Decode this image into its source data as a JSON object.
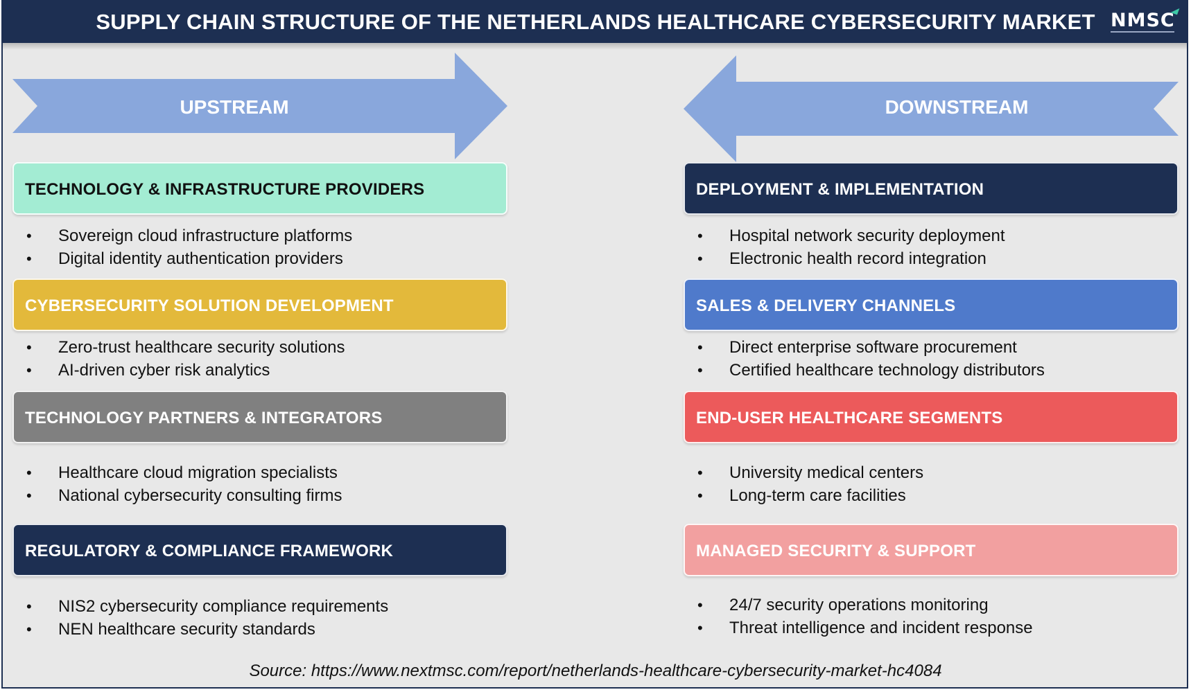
{
  "header": {
    "title": "SUPPLY CHAIN STRUCTURE OF THE NETHERLANDS HEALTHCARE CYBERSECURITY MARKET",
    "logo_text": "NMSC"
  },
  "colors": {
    "header_bg": "#1d2f52",
    "arrow": "#89a7dc",
    "mint": "#a3ecd3",
    "gold": "#e3b93b",
    "gray": "#808080",
    "navy": "#1d2f52",
    "blue": "#4f7acb",
    "red": "#ec5a5b",
    "pink": "#f2a0a0"
  },
  "upstream": {
    "label": "UPSTREAM",
    "sections": [
      {
        "title": "TECHNOLOGY & INFRASTRUCTURE PROVIDERS",
        "items": [
          "Sovereign cloud infrastructure platforms",
          "Digital identity authentication providers"
        ]
      },
      {
        "title": "CYBERSECURITY SOLUTION DEVELOPMENT",
        "items": [
          "Zero-trust healthcare security solutions",
          "AI-driven cyber risk analytics"
        ]
      },
      {
        "title": "TECHNOLOGY PARTNERS & INTEGRATORS",
        "items": [
          "Healthcare cloud migration specialists",
          "National cybersecurity consulting firms"
        ]
      },
      {
        "title": "REGULATORY & COMPLIANCE FRAMEWORK",
        "items": [
          "NIS2 cybersecurity compliance requirements",
          "NEN healthcare security standards"
        ]
      }
    ]
  },
  "downstream": {
    "label": "DOWNSTREAM",
    "sections": [
      {
        "title": "DEPLOYMENT & IMPLEMENTATION",
        "items": [
          "Hospital network security deployment",
          "Electronic health record integration"
        ]
      },
      {
        "title": "SALES & DELIVERY CHANNELS",
        "items": [
          "Direct enterprise software procurement",
          "Certified healthcare technology distributors"
        ]
      },
      {
        "title": "END-USER HEALTHCARE SEGMENTS",
        "items": [
          "University medical centers",
          "Long-term care facilities"
        ]
      },
      {
        "title": "MANAGED SECURITY & SUPPORT",
        "items": [
          "24/7 security operations monitoring",
          "Threat intelligence and incident response"
        ]
      }
    ]
  },
  "source": "Source: https://www.nextmsc.com/report/netherlands-healthcare-cybersecurity-market-hc4084"
}
